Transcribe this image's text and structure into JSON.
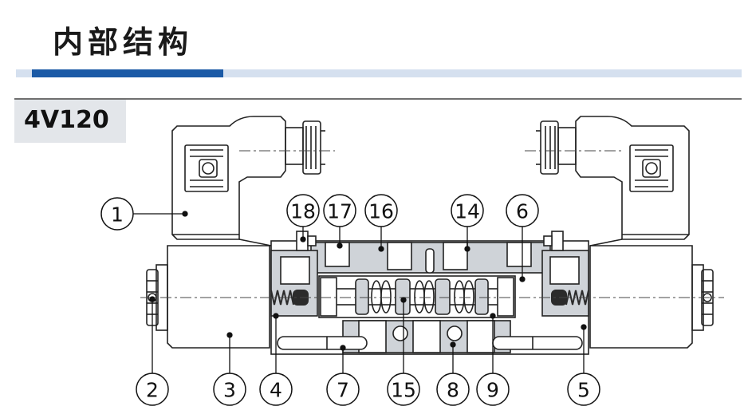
{
  "header": {
    "title": "内部结构",
    "model": "4V120"
  },
  "colors": {
    "accent": "#1b5aa6",
    "accent_light": "#d5e0ef",
    "tab": "#e3e6ea",
    "line": "#222222",
    "shade": "#cfd3d8",
    "spring": "#2b2b2b"
  },
  "callouts": [
    {
      "label": "1"
    },
    {
      "label": "2"
    },
    {
      "label": "3"
    },
    {
      "label": "4"
    },
    {
      "label": "5"
    },
    {
      "label": "6"
    },
    {
      "label": "7"
    },
    {
      "label": "8"
    },
    {
      "label": "9"
    },
    {
      "label": "14"
    },
    {
      "label": "15"
    },
    {
      "label": "16"
    },
    {
      "label": "17"
    },
    {
      "label": "18"
    }
  ]
}
